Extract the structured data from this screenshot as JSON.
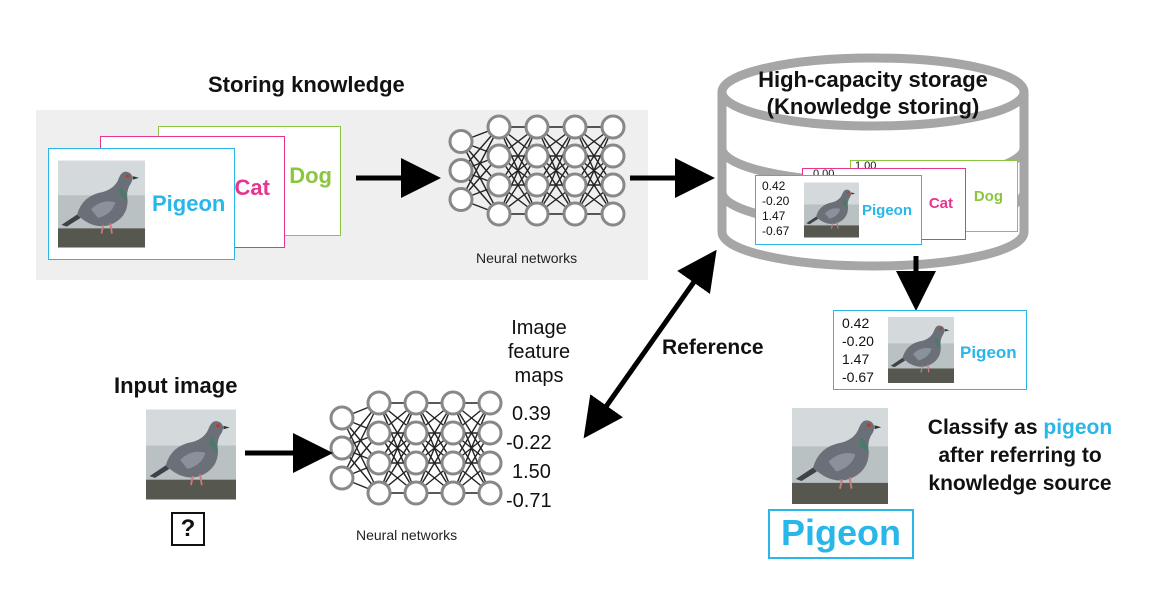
{
  "storing": {
    "title": "Storing knowledge",
    "cards": [
      "Pigeon",
      "Cat",
      "Dog"
    ],
    "nn_caption": "Neural networks"
  },
  "storage": {
    "title_line1": "High-capacity storage",
    "title_line2": "(Knowledge storing)",
    "partial_numbers": [
      "1.00",
      "0.00"
    ],
    "cards": [
      "Pigeon",
      "Cat",
      "Dog"
    ],
    "pigeon_features": [
      "0.42",
      "-0.20",
      "1.47",
      "-0.67"
    ]
  },
  "reference_label": "Reference",
  "input": {
    "title": "Input image",
    "unknown_mark": "?",
    "nn_caption": "Neural networks",
    "feature_title_lines": [
      "Image",
      "feature",
      "maps"
    ],
    "features": [
      "0.39",
      "-0.22",
      "1.50",
      "-0.71"
    ]
  },
  "retrieved": {
    "features": [
      "0.42",
      "-0.20",
      "1.47",
      "-0.67"
    ],
    "label": "Pigeon"
  },
  "result": {
    "text_line1_prefix": "Classify as ",
    "text_line1_highlight": "pigeon",
    "text_line2": "after referring to",
    "text_line3": "knowledge source",
    "answer": "Pigeon"
  },
  "colors": {
    "pigeon": "#29b6e8",
    "cat": "#e8338f",
    "dog": "#8cc63f",
    "panel": "#efefef",
    "cylinder": "#a6a6a6",
    "node": "#888888"
  },
  "icons": [
    "pigeon-photo",
    "neural-network-icon",
    "storage-cylinder-icon",
    "arrow"
  ]
}
